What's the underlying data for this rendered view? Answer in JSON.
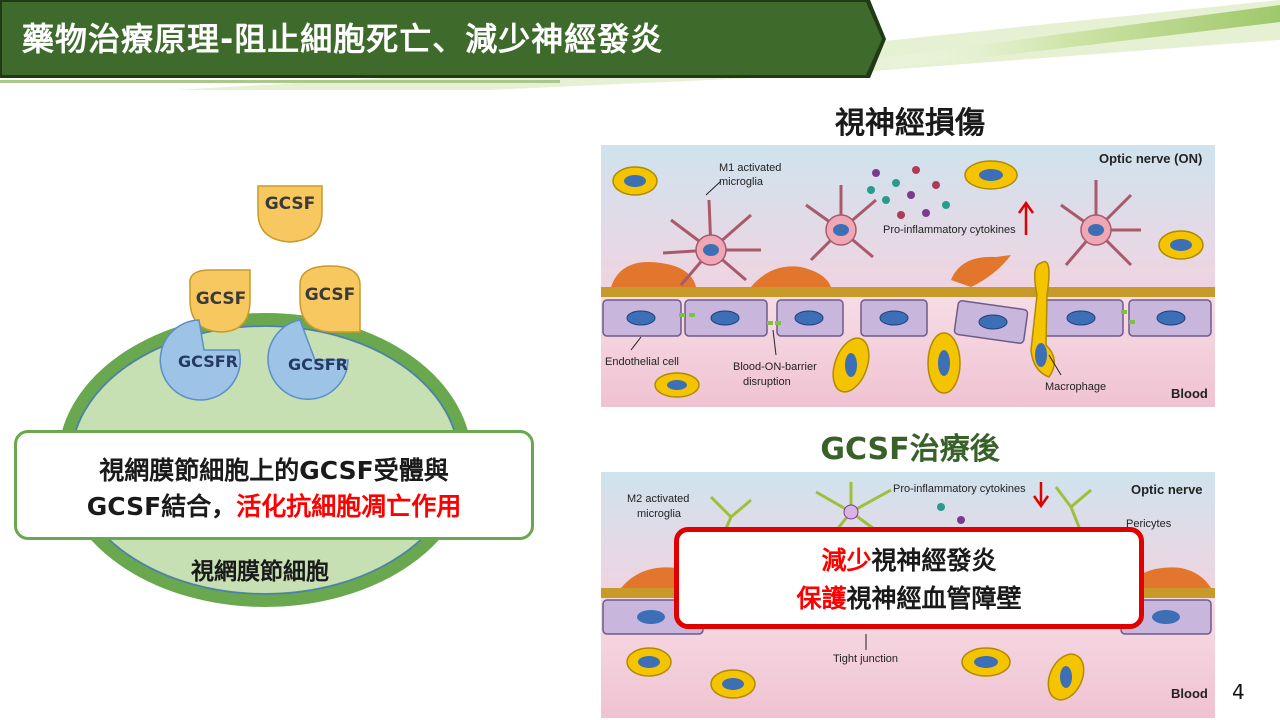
{
  "title": "藥物治療原理-阻止細胞死亡、減少神經發炎",
  "left_diagram": {
    "gcsf_labels": [
      "GCSF",
      "GCSF",
      "GCSF"
    ],
    "gcsfr_labels": [
      "GCSFR",
      "GCSFR"
    ],
    "info_line1": "視網膜節細胞上的GCSF受體與",
    "info_line2_black": "GCSF結合，",
    "info_line2_red": "活化抗細胞凋亡作用",
    "cell_label": "視網膜節細胞"
  },
  "top_panel": {
    "heading": "視神經損傷",
    "labels": {
      "m1": "M1 activated",
      "m1b": "microglia",
      "optic": "Optic nerve (ON)",
      "cytokines": "Pro-inflammatory cytokines",
      "endothelial": "Endothelial cell",
      "barrier1": "Blood-ON-barrier",
      "barrier2": "disruption",
      "macrophage": "Macrophage",
      "blood": "Blood"
    }
  },
  "bottom_panel": {
    "heading": "GCSF治療後",
    "labels": {
      "m2": "M2 activated",
      "m2b": "microglia",
      "cytokines": "Pro-inflammatory cytokines",
      "optic": "Optic nerve",
      "pericytes": "Pericytes",
      "tight": "Tight junction",
      "blood": "Blood"
    },
    "result_line1_red": "減少",
    "result_line1_black": "視神經發炎",
    "result_line2_red": "保護",
    "result_line2_black": "視神經血管障壁"
  },
  "page_number": "4",
  "colors": {
    "banner": "#3e6b2c",
    "banner_edge": "#1f3a14",
    "accent_green": "#6aa84f",
    "cell_fill": "#c6e0b4",
    "gcsf_yellow": "#f6c85f",
    "gcsfr_blue": "#9dc3e6",
    "heading_green": "#38612a",
    "red": "#ff0000"
  }
}
